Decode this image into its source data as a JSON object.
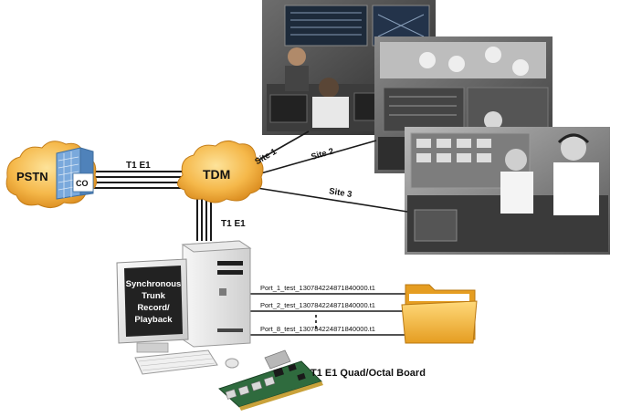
{
  "nodes": {
    "pstn": "PSTN",
    "co": "CO",
    "tdm": "TDM",
    "monitor_text": [
      "Synchronous",
      "Trunk",
      "Record/",
      "Playback"
    ]
  },
  "links": {
    "pstn_tdm": "T1 E1",
    "tdm_pc": "T1 E1",
    "site1": "Site 1",
    "site2": "Site 2",
    "site3": "Site 3"
  },
  "files": [
    "Port_1_test_130784224871840000.t1",
    "Port_2_test_130784224871840000.t1",
    "Port_8_test_130784224871840000.t1"
  ],
  "board_label": "T1 E1 Quad/Octal Board",
  "colors": {
    "cloud": "#f5b84a",
    "cloud_dark": "#d9891c",
    "co_blue": "#7aa9dc",
    "folder": "#f2b33d",
    "monitor_screen": "#222222",
    "board_green": "#2f6b3e"
  }
}
